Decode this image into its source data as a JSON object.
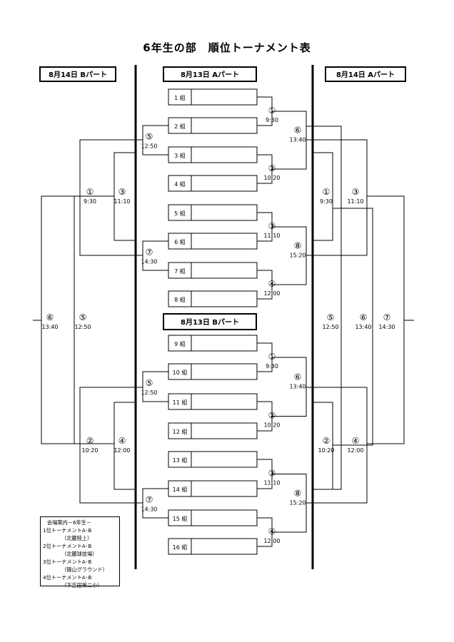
{
  "title": "6年生の部　順位トーナメント表",
  "headers": {
    "left_b": "8月14日 Bパート",
    "center_a": "8月13日 Aパート",
    "right_a": "8月14日 Aパート",
    "center_b": "8月13日 Bパート"
  },
  "groups": [
    "1 組",
    "2 組",
    "3 組",
    "4 組",
    "5 組",
    "6 組",
    "7 組",
    "8 組",
    "9 組",
    "10 組",
    "11 組",
    "12 組",
    "13 組",
    "14 組",
    "15 組",
    "16 組"
  ],
  "matches": {
    "a_r1": [
      {
        "num": "①",
        "time": "9:30"
      },
      {
        "num": "②",
        "time": "10:20"
      },
      {
        "num": "③",
        "time": "11:10"
      },
      {
        "num": "④",
        "time": "12:00"
      }
    ],
    "a_r2": [
      {
        "num": "⑥",
        "time": "13:40"
      },
      {
        "num": "⑧",
        "time": "15:20"
      }
    ],
    "a_r2_left": [
      {
        "num": "⑤",
        "time": "12:50"
      },
      {
        "num": "⑦",
        "time": "14:30"
      }
    ],
    "b_r1": [
      {
        "num": "①",
        "time": "9:30"
      },
      {
        "num": "②",
        "time": "10:20"
      },
      {
        "num": "③",
        "time": "11:10"
      },
      {
        "num": "④",
        "time": "12:00"
      }
    ],
    "b_r2": [
      {
        "num": "⑥",
        "time": "13:40"
      },
      {
        "num": "⑧",
        "time": "15:20"
      }
    ],
    "b_r2_left": [
      {
        "num": "⑤",
        "time": "12:50"
      },
      {
        "num": "⑦",
        "time": "14:30"
      }
    ],
    "left_part": {
      "top_inner": {
        "num": "③",
        "time": "11:10"
      },
      "top_outer": {
        "num": "①",
        "time": "9:30"
      },
      "bot_inner": {
        "num": "④",
        "time": "12:00"
      },
      "bot_outer": {
        "num": "②",
        "time": "10:20"
      },
      "final_inner": {
        "num": "⑤",
        "time": "12:50"
      },
      "final_outer": {
        "num": "⑥",
        "time": "13:40"
      }
    },
    "right_part": {
      "top_inner": {
        "num": "①",
        "time": "9:30"
      },
      "top_outer": {
        "num": "③",
        "time": "11:10"
      },
      "bot_inner": {
        "num": "②",
        "time": "10:20"
      },
      "bot_outer": {
        "num": "④",
        "time": "12:00"
      },
      "final_1": {
        "num": "⑤",
        "time": "12:50"
      },
      "final_2": {
        "num": "⑥",
        "time": "13:40"
      },
      "final_3": {
        "num": "⑦",
        "time": "14:30"
      }
    }
  },
  "legend": {
    "title": "会場案内－6年生－",
    "lines": [
      "1位トーナメントA･B",
      "（北麓陸上）",
      "2位トーナメントA･B",
      "（北麓球技場）",
      "3位トーナメントA･B",
      "（鐘山グラウンド）",
      "4位トーナメントA･B",
      "（下吉田第二小）"
    ]
  }
}
